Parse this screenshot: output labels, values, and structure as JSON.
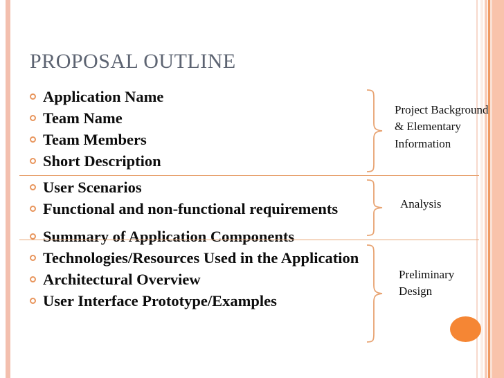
{
  "slide": {
    "title": "PROPOSAL OUTLINE",
    "background_color": "#ffffff",
    "title_color": "#5d6472",
    "accent_color": "#e8955c",
    "stripe_color": "#f3bfae",
    "circle_color": "#f58634"
  },
  "outline": {
    "items": [
      {
        "text": "Application Name"
      },
      {
        "text": "Team Name"
      },
      {
        "text": "Team Members"
      },
      {
        "text": "Short Description"
      },
      {
        "text": "User Scenarios"
      },
      {
        "text": "Functional and non-functional requirements"
      },
      {
        "text": "Summary of Application Components"
      },
      {
        "text": "Technologies/Resources Used in the Application"
      },
      {
        "text": "Architectural Overview"
      },
      {
        "text": "User Interface Prototype/Examples"
      }
    ]
  },
  "groups": [
    {
      "label": "Project Background & Elementary Information"
    },
    {
      "label": "Analysis"
    },
    {
      "label": "Preliminary Design"
    }
  ]
}
